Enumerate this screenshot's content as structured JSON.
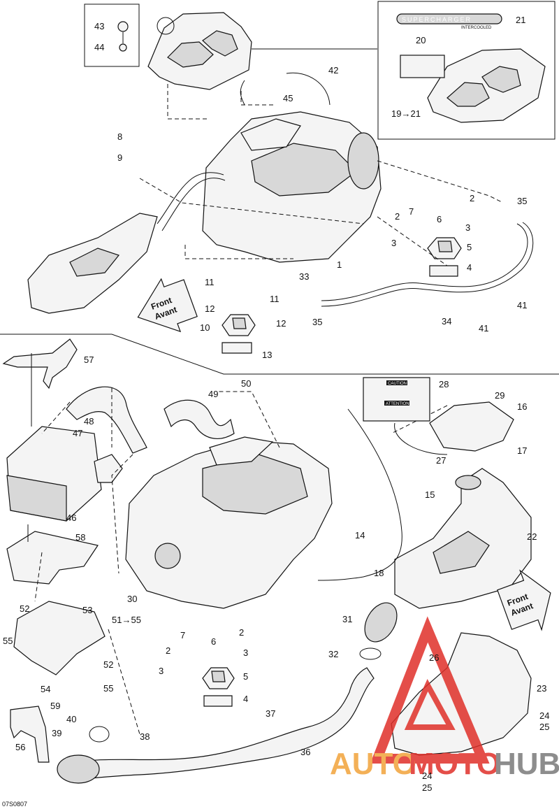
{
  "diagram_code": "07S0807",
  "labels": {
    "supercharger_decal": "SUPERCHARGER",
    "intercooled_decal": "INTERCOOLED",
    "caution_title": "CAUTION",
    "attention_title": "ATTENTION",
    "front": "Front",
    "avant": "Avant"
  },
  "callouts": [
    "1",
    "2",
    "3",
    "4",
    "5",
    "6",
    "7",
    "8",
    "9",
    "10",
    "11",
    "12",
    "13",
    "14",
    "15",
    "16",
    "17",
    "18",
    "19→21",
    "20",
    "21",
    "22",
    "23",
    "24",
    "25",
    "26",
    "27",
    "28",
    "29",
    "30",
    "31",
    "32",
    "33",
    "34",
    "35",
    "36",
    "37",
    "38",
    "39",
    "40",
    "41",
    "42",
    "43",
    "44",
    "45",
    "46",
    "47",
    "48",
    "49",
    "50",
    "51→55",
    "52",
    "53",
    "54",
    "55",
    "56",
    "57",
    "58",
    "59"
  ],
  "watermark": {
    "auto": "AUTO",
    "moto": "MOTO",
    "hub": "HUB",
    "color_red": "#e0302a",
    "color_orange": "#f2a33a",
    "color_gray": "#7a7a7a"
  }
}
